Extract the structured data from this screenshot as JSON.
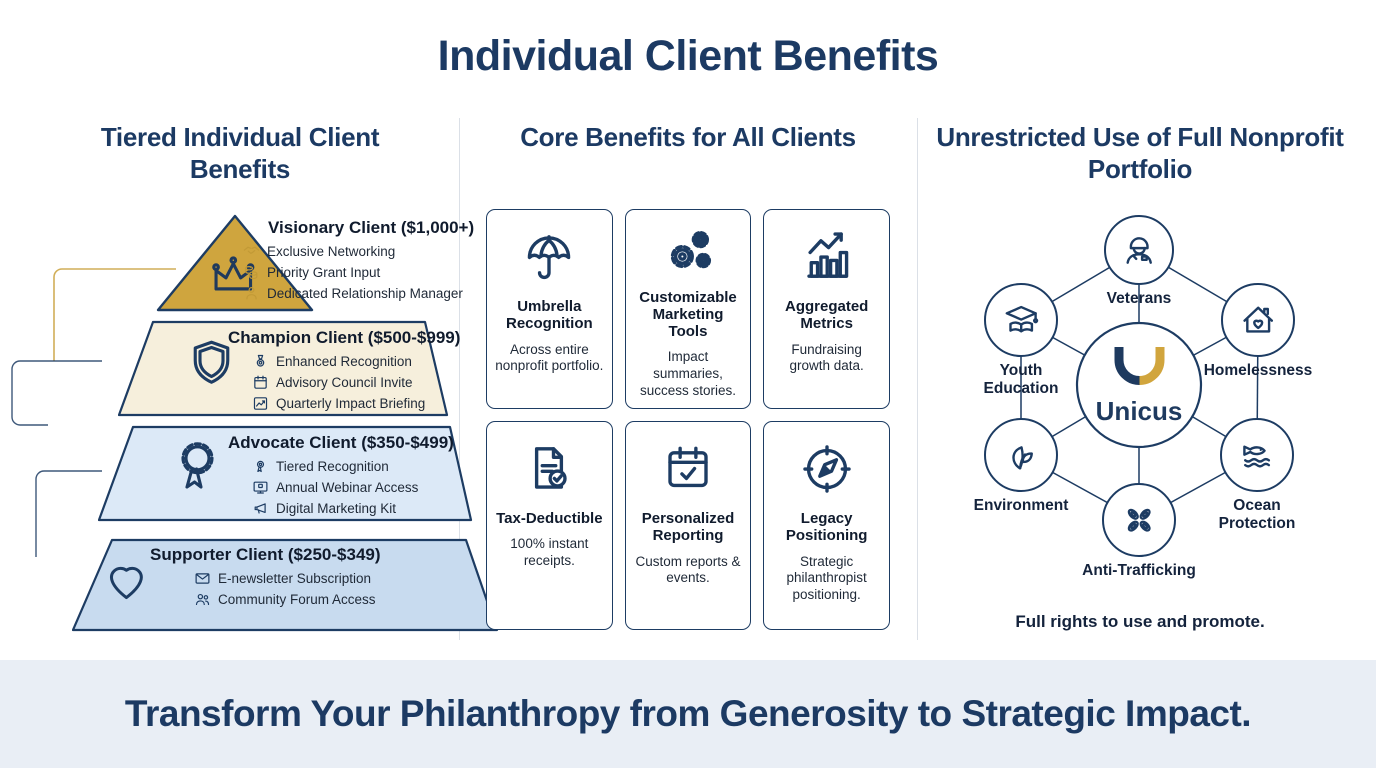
{
  "title": "Individual Client Benefits",
  "left": {
    "heading": "Tiered Individual Client Benefits",
    "tiers": [
      {
        "name": "Visionary Client ($1,000+)",
        "benefits": [
          "Exclusive Networking",
          "Priority Grant Input",
          "Dedicated Relationship Manager"
        ]
      },
      {
        "name": "Champion Client ($500-$999)",
        "benefits": [
          "Enhanced Recognition",
          "Advisory Council Invite",
          "Quarterly Impact Briefing"
        ]
      },
      {
        "name": "Advocate Client ($350-$499)",
        "benefits": [
          "Tiered Recognition",
          "Annual Webinar Access",
          "Digital Marketing Kit"
        ]
      },
      {
        "name": "Supporter Client ($250-$349)",
        "benefits": [
          "E-newsletter Subscription",
          "Community Forum Access"
        ]
      }
    ]
  },
  "middle": {
    "heading": "Core Benefits for All Clients",
    "cards": [
      {
        "icon": "umbrella-icon",
        "title": "Umbrella Recognition",
        "desc": "Across entire nonprofit portfolio."
      },
      {
        "icon": "gears-icon",
        "title": "Customizable Marketing Tools",
        "desc": "Impact summaries, success stories."
      },
      {
        "icon": "bar-chart-growth-icon",
        "title": "Aggregated Metrics",
        "desc": "Fundraising growth data."
      },
      {
        "icon": "document-check-icon",
        "title": "Tax-Deductible",
        "desc": "100% instant receipts."
      },
      {
        "icon": "calendar-check-icon",
        "title": "Personalized Reporting",
        "desc": "Custom reports & events."
      },
      {
        "icon": "compass-icon",
        "title": "Legacy Positioning",
        "desc": "Strategic philanthropist positioning."
      }
    ]
  },
  "right": {
    "heading": "Unrestricted Use of Full Nonprofit Portfolio",
    "center_label": "Unicus",
    "causes": [
      {
        "icon": "veteran-icon",
        "label": "Veterans"
      },
      {
        "icon": "graduation-book-icon",
        "label": "Youth Education"
      },
      {
        "icon": "house-heart-icon",
        "label": "Homelessness"
      },
      {
        "icon": "leaf-icon",
        "label": "Environment"
      },
      {
        "icon": "fish-waves-icon",
        "label": "Ocean Protection"
      },
      {
        "icon": "broken-chain-icon",
        "label": "Anti-Trafficking"
      }
    ],
    "note": "Full rights to use and promote."
  },
  "footer": {
    "text": "Transform Your Philanthropy from Generosity to Strategic Impact."
  },
  "colors": {
    "navy": "#1d3c63",
    "gold": "#c9a13b",
    "tier_gold": "#cfa53e",
    "tier_cream": "#f6efdc",
    "tier_light_blue": "#dce9f7",
    "tier_blue": "#c8dbef",
    "banner_bg": "#e9eef5"
  }
}
